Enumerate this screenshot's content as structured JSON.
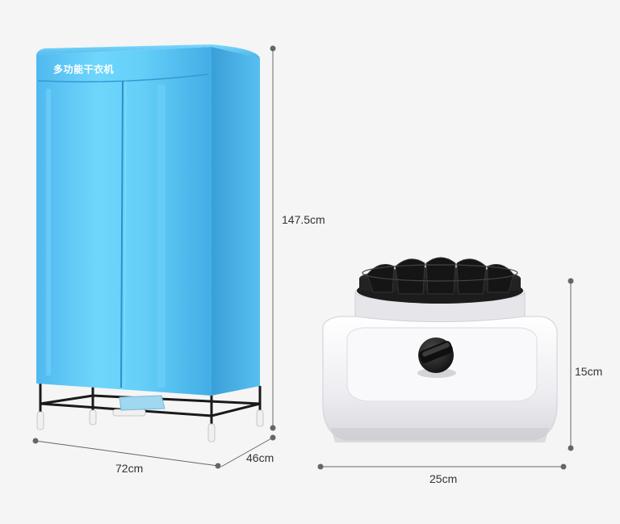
{
  "product": {
    "brand_text": "多功能干衣机"
  },
  "dimensions": {
    "dryer_height": "147.5cm",
    "dryer_width": "72cm",
    "dryer_depth": "46cm",
    "heater_height": "15cm",
    "heater_width": "25cm"
  },
  "colors": {
    "background": "#f5f5f5",
    "cover_blue": "#5ec8f5",
    "cover_dark": "#3aa9e0",
    "frame": "#1a1a1a",
    "heater_body": "#f4f4f6",
    "knob": "#1c1c1c",
    "dim_line": "#666666"
  }
}
